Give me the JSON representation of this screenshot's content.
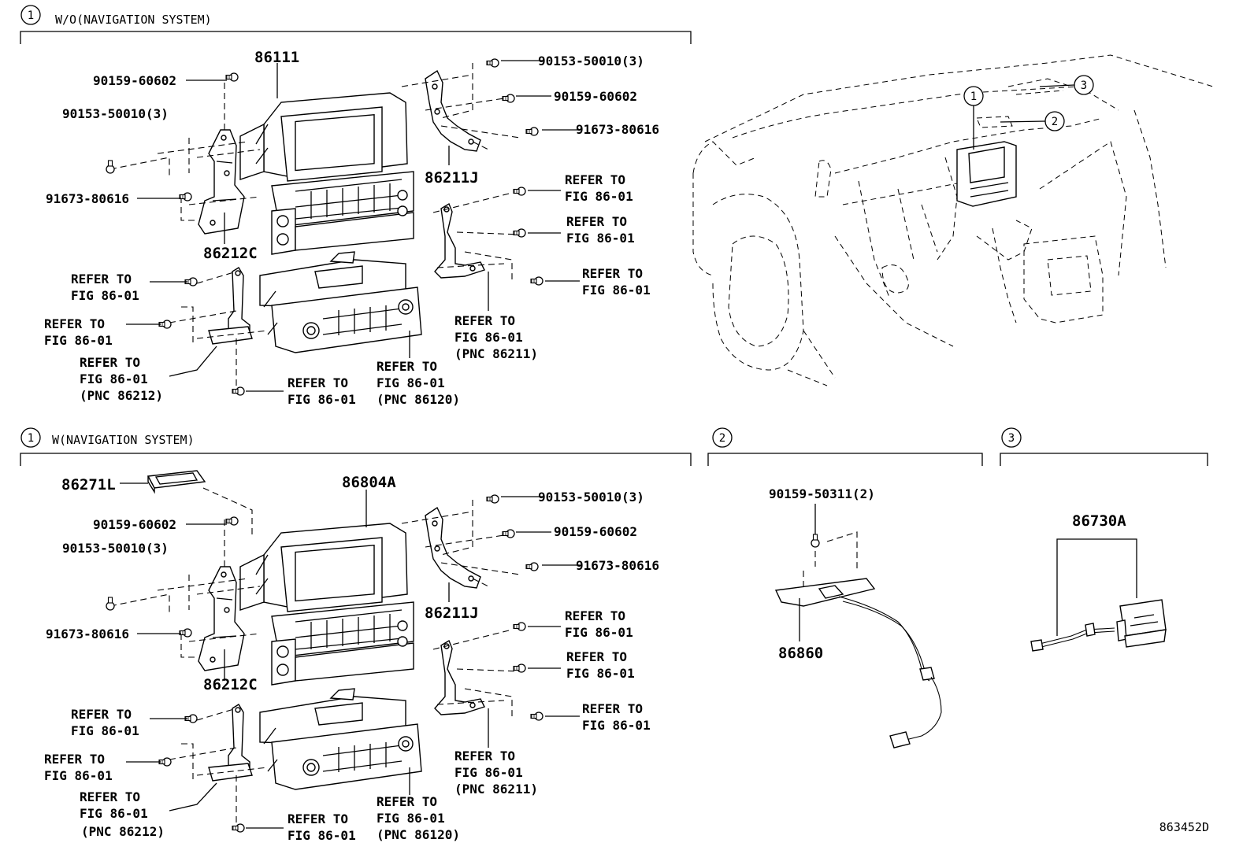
{
  "sections": {
    "s1a": {
      "marker": "1",
      "title": "W/O(NAVIGATION SYSTEM)"
    },
    "s1b": {
      "marker": "1",
      "title": "W(NAVIGATION SYSTEM)"
    },
    "s2": {
      "marker": "2"
    },
    "s3": {
      "marker": "3"
    }
  },
  "car_markers": [
    "1",
    "2",
    "3"
  ],
  "refer": {
    "line1": "REFER TO",
    "line2": "FIG 86-01"
  },
  "labels_a": {
    "p86111": "86111",
    "p90159_60602_l": "90159-60602",
    "p90153_50010_l": "90153-50010(3)",
    "p91673_80616_l": "91673-80616",
    "p86212C": "86212C",
    "p90153_50010_r": "90153-50010(3)",
    "p90159_60602_r": "90159-60602",
    "p91673_80616_r": "91673-80616",
    "p86211J": "86211J",
    "pnc86211": "(PNC 86211)",
    "pnc86212": "(PNC 86212)",
    "pnc86120": "(PNC 86120)"
  },
  "labels_b": {
    "p86271L": "86271L",
    "p86804A": "86804A",
    "p90159_60602_l": "90159-60602",
    "p90153_50010_l": "90153-50010(3)",
    "p91673_80616_l": "91673-80616",
    "p86212C": "86212C",
    "p90153_50010_r": "90153-50010(3)",
    "p90159_60602_r": "90159-60602",
    "p91673_80616_r": "91673-80616",
    "p86211J": "86211J",
    "pnc86211": "(PNC 86211)",
    "pnc86212": "(PNC 86212)",
    "pnc86120": "(PNC 86120)"
  },
  "labels_s2": {
    "p90159_50311": "90159-50311(2)",
    "p86860": "86860"
  },
  "labels_s3": {
    "p86730A": "86730A"
  },
  "footer": {
    "code": "863452D"
  }
}
